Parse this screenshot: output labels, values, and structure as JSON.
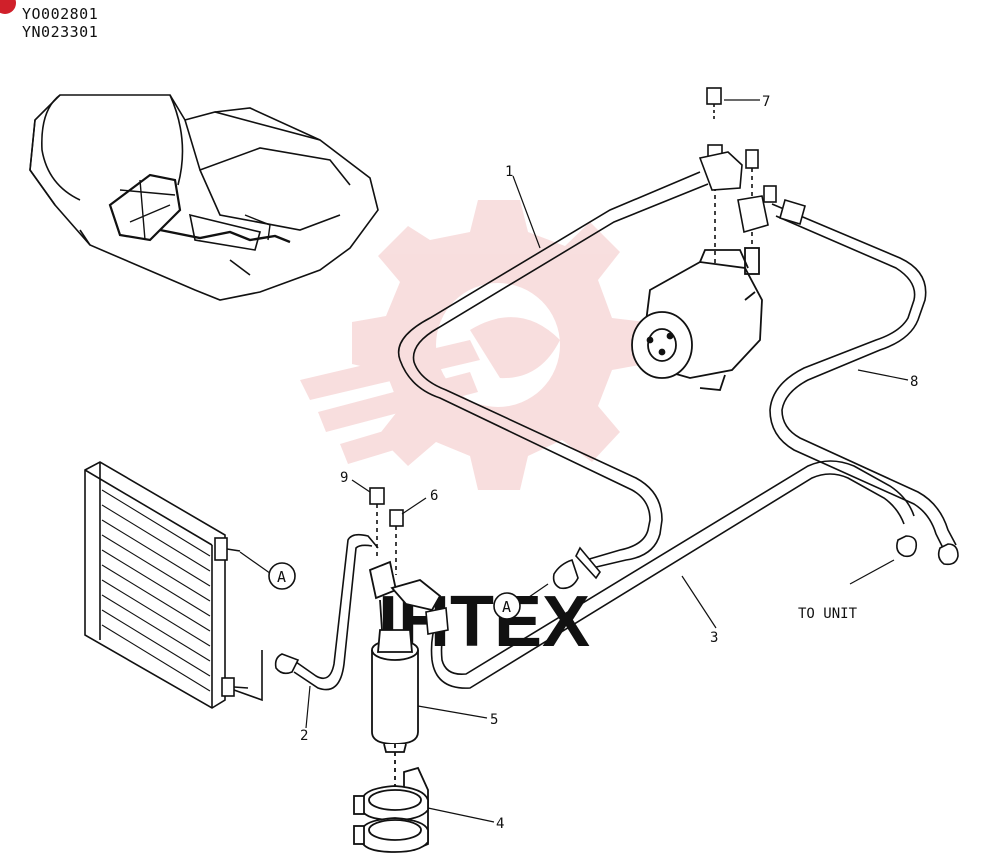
{
  "header": {
    "codes": [
      "YO002801",
      "YN023301"
    ]
  },
  "callouts": {
    "p1": "1",
    "p2": "2",
    "p3": "3",
    "p4": "4",
    "p5": "5",
    "p6": "6",
    "p7": "7",
    "p8": "8",
    "p9": "9",
    "ref_a": "A",
    "to_unit": "TO UNIT"
  },
  "watermark": {
    "text": "IHTEX",
    "color": "#e8a0a0"
  },
  "colors": {
    "ink": "#111111",
    "corner_mark": "#d0202a"
  }
}
